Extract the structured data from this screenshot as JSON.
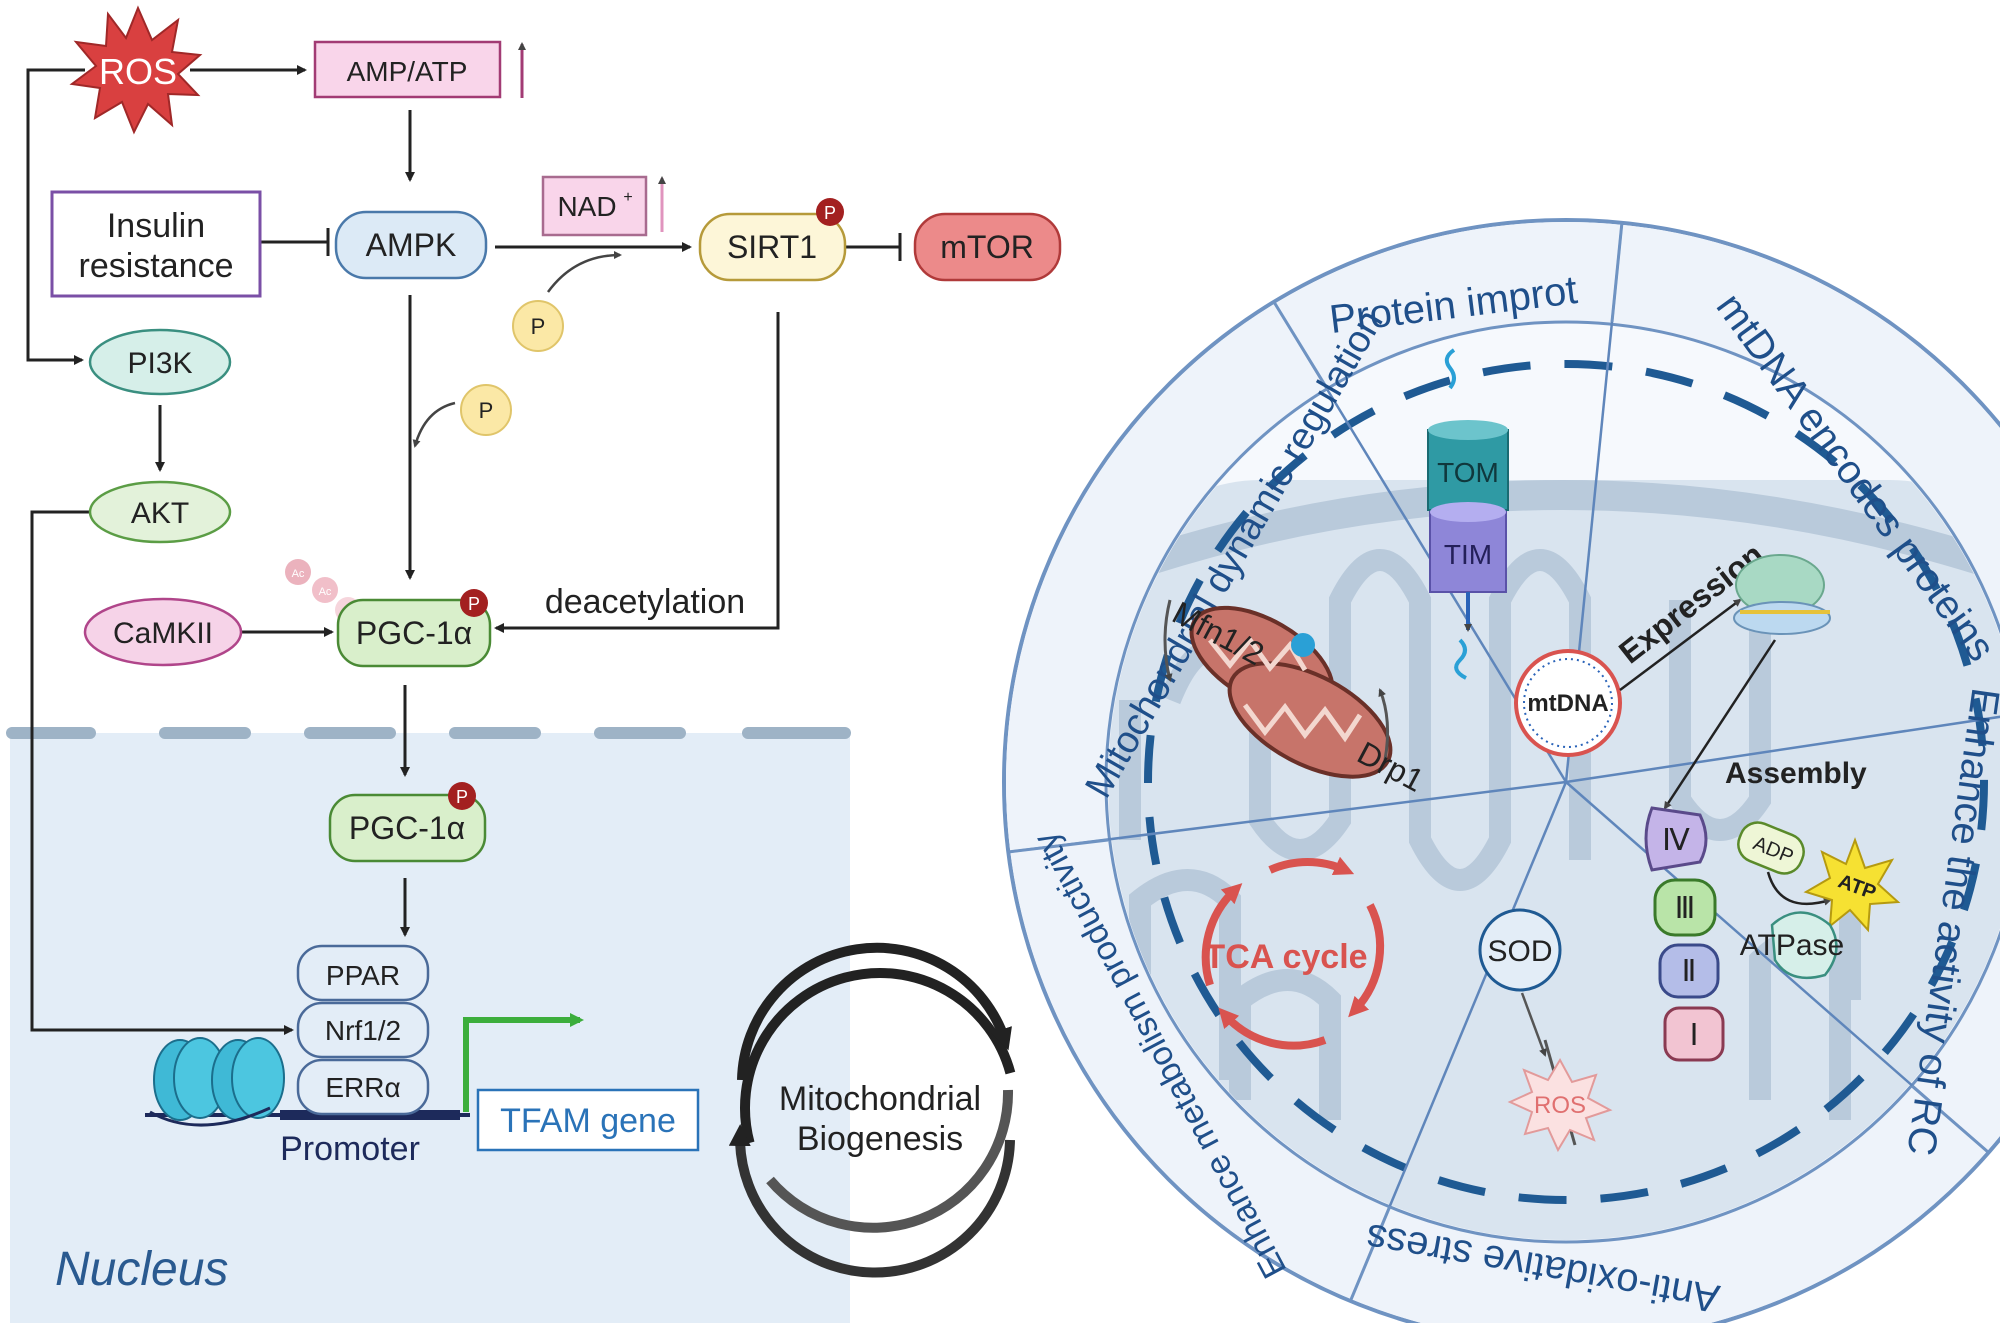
{
  "colors": {
    "nucleus_fill": "#e3edf7",
    "ros_red": "#d94040",
    "ampk_fill": "#dceaf6",
    "sirt1_fill": "#fdf6d8",
    "mtor_fill": "#ec8a8a",
    "pi3k_fill": "#d6efe9",
    "akt_fill": "#e3f2da",
    "pgc_fill": "#d9efcb",
    "camk_fill": "#f6d3e8",
    "insulin_border": "#7a4fa6",
    "ampatp_fill": "#f9d5ea",
    "circle_stroke": "#6f93c2",
    "dash_blue": "#1f5a93",
    "green_arrow": "#3cae3c"
  },
  "signaling": {
    "ros": "ROS",
    "amp_atp": "AMP/ATP",
    "ampk": "AMPK",
    "insulin_line1": "Insulin",
    "insulin_line2": "resistance",
    "nad": "NAD",
    "nad_sup": "+",
    "sirt1": "SIRT1",
    "mtor": "mTOR",
    "pi3k": "PI3K",
    "akt": "AKT",
    "camkii": "CaMKII",
    "pgc1a_top": "PGC-1α",
    "pgc1a_bottom": "PGC-1α",
    "deacetylation": "deacetylation",
    "phospho": "P",
    "acetyl": "Ac"
  },
  "nucleus": {
    "label": "Nucleus",
    "ppar": "PPAR",
    "nrf": "Nrf1/2",
    "erra": "ERRα",
    "promoter": "Promoter",
    "tfam_gene": "TFAM gene"
  },
  "biogenesis": {
    "line1": "Mitochondrial",
    "line2": "Biogenesis"
  },
  "wheel": {
    "sectors": {
      "dynamic": "Mitochondrial dynamic regulation",
      "protein": "Protein improt",
      "mtdna": "mtDNA encodes proteins",
      "rc": "Enhance the activity of RC",
      "antiox": "Anti-oxidative stress",
      "metab": "Enhance metabolism productivity"
    },
    "mfn": "Mfn1/2",
    "drp": "Drp1",
    "tom": "TOM",
    "tim": "TIM",
    "mtdna": "mtDNA",
    "expression": "Expression",
    "assembly": "Assembly",
    "complexes": [
      "Ⅳ",
      "Ⅲ",
      "Ⅱ",
      "Ⅰ"
    ],
    "adp": "ADP",
    "atp": "ATP",
    "atpase": "ATPase",
    "tca": "TCA cycle",
    "sod": "SOD",
    "ros": "ROS"
  }
}
